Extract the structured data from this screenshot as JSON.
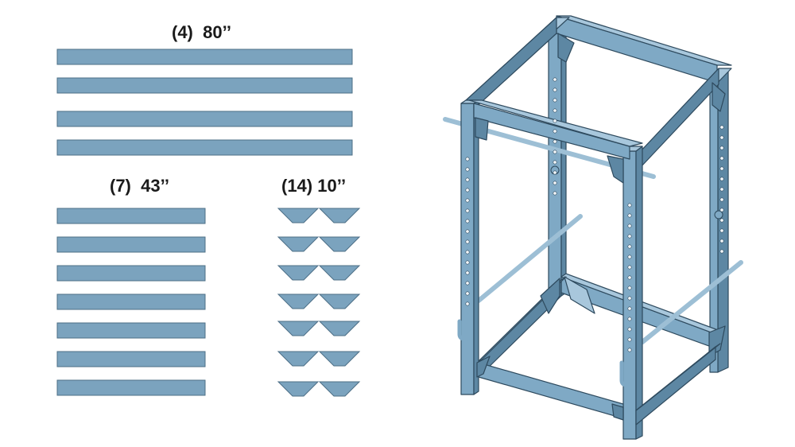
{
  "cut_list": {
    "long_boards": {
      "label": "(4)  80’’",
      "count": 4
    },
    "medium_boards": {
      "label": "(7)  43’’",
      "count": 7
    },
    "gusset_blocks": {
      "label": "(14) 10’’",
      "count": 14
    }
  },
  "colors": {
    "board_fill": "#7ba3be",
    "board_stroke": "#4d6f86",
    "rack_top": "#a8c7dc",
    "rack_front": "#7fa9c5",
    "rack_side": "#5d87a3",
    "rack_edge": "#2e4a5e",
    "hole": "#f2f6f9",
    "bar": "#9dbfd5"
  },
  "rack_illustration": {
    "name": "power-rack",
    "bar_count": 3,
    "j_hook_count": 4
  }
}
